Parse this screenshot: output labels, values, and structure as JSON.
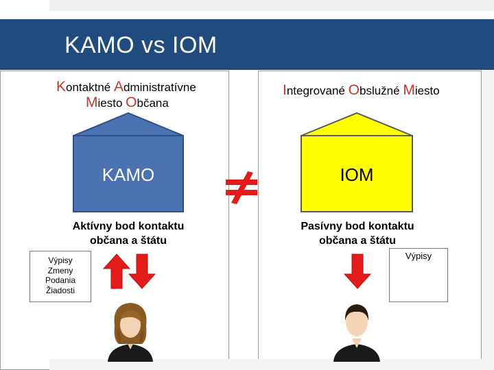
{
  "title": "KAMO vs IOM",
  "left": {
    "heading_line1": [
      {
        "cap": "K",
        "rest": "ontaktné "
      },
      {
        "cap": "A",
        "rest": "dministratívne"
      }
    ],
    "heading_line2": [
      {
        "cap": "M",
        "rest": "iesto "
      },
      {
        "cap": "O",
        "rest": "bčana"
      }
    ],
    "box_label": "KAMO",
    "box_color": "#4a72b0",
    "subtitle_line1": "Aktívny bod kontaktu",
    "subtitle_line2": "občana a štátu",
    "list_items": [
      "Výpisy",
      "Zmeny",
      "Podania",
      "Žiadosti"
    ]
  },
  "right": {
    "heading": [
      {
        "cap": "I",
        "rest": "ntegrované "
      },
      {
        "cap": "O",
        "rest": "bslužné "
      },
      {
        "cap": "M",
        "rest": "iesto"
      }
    ],
    "box_label": "IOM",
    "box_color": "#ffff00",
    "subtitle_line1": "Pasívny bod kontaktu",
    "subtitle_line2": "občana a štátu",
    "list_items": [
      "Výpisy"
    ]
  },
  "not_equal_symbol": "≠",
  "colors": {
    "title_bar": "#1f4b7e",
    "arrow_red": "#e31b1b",
    "heading_caps": "#c0392b"
  },
  "icons": [
    "up-arrow-icon",
    "down-arrow-icon",
    "person-female-icon",
    "person-male-icon",
    "not-equal-icon"
  ]
}
